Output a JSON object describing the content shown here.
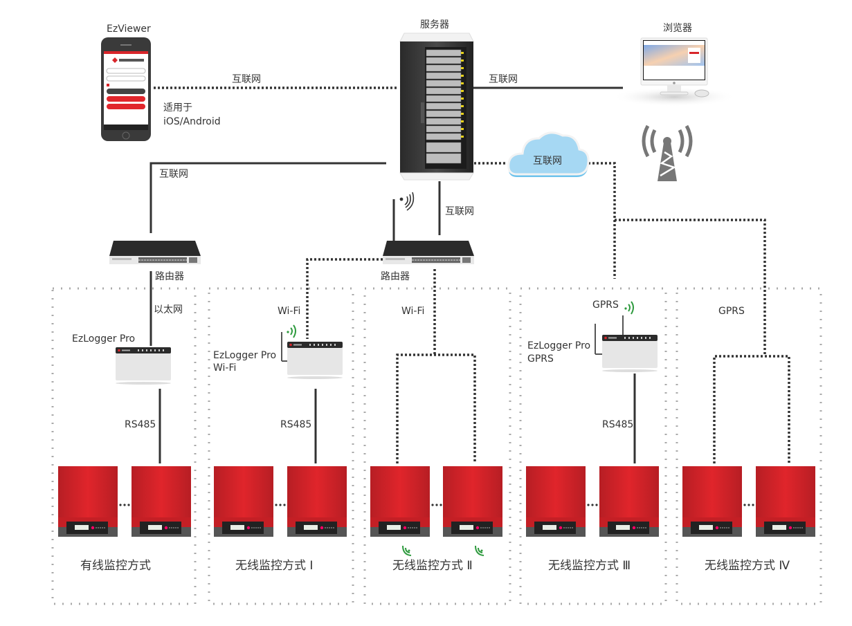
{
  "title": "EzLogger Pro 监控系统组网图",
  "top": {
    "app": {
      "name": "EzViewer",
      "platform_line1": "适用于",
      "platform_line2": "iOS/Android"
    },
    "server": {
      "label": "服务器"
    },
    "browser": {
      "label": "浏览器"
    },
    "cloud": {
      "label": "互联网"
    },
    "links": {
      "app_server": "互联网",
      "server_browser": "互联网",
      "server_router_left": "互联网",
      "server_router_mid": "互联网"
    }
  },
  "routers": [
    {
      "label": "路由器"
    },
    {
      "label": "路由器"
    }
  ],
  "colors": {
    "inverter_red": "#d8252a",
    "line_dark": "#333333",
    "box_dotted": "#aaaaaa",
    "cloud_fill": "#a6d8f3",
    "signal_green": "#2e9a3e",
    "tower_gray": "#777777"
  },
  "sections": [
    {
      "title": "有线监控方式",
      "uplink": "以太网",
      "logger": "EzLogger Pro",
      "logger_line2": "",
      "bus": "RS485"
    },
    {
      "title": "无线监控方式 Ⅰ",
      "uplink": "Wi-Fi",
      "logger": "EzLogger Pro",
      "logger_line2": "Wi-Fi",
      "bus": "RS485"
    },
    {
      "title": "无线监控方式 Ⅱ",
      "uplink": "Wi-Fi",
      "logger": "",
      "logger_line2": "",
      "bus": ""
    },
    {
      "title": "无线监控方式 Ⅲ",
      "uplink": "GPRS",
      "logger": "EzLogger Pro",
      "logger_line2": "GPRS",
      "bus": "RS485"
    },
    {
      "title": "无线监控方式 Ⅳ",
      "uplink": "GPRS",
      "logger": "",
      "logger_line2": "",
      "bus": ""
    }
  ]
}
